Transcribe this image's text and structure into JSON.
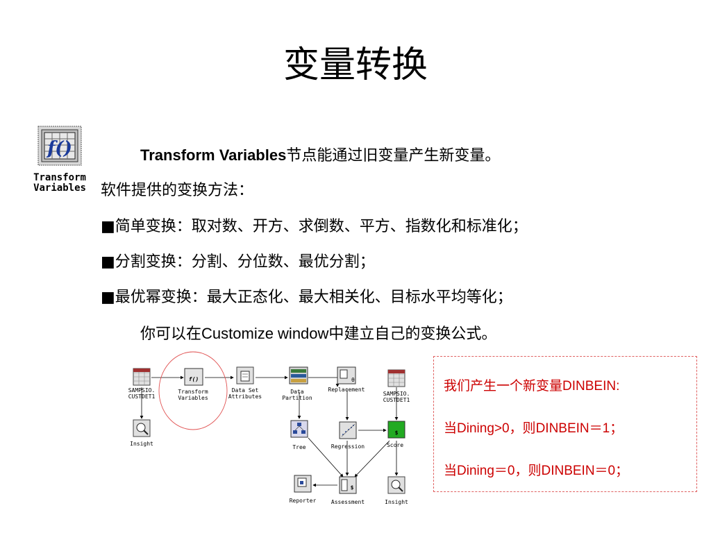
{
  "title": "变量转换",
  "node": {
    "label_line1": "Transform",
    "label_line2": "Variables"
  },
  "intro": {
    "bold": "Transform Variables",
    "rest": "节点能通过旧变量产生新变量。"
  },
  "methods_heading": "软件提供的变换方法：",
  "bullets": [
    "■简单变换：取对数、开方、求倒数、平方、指数化和标准化；",
    "■分割变换：分割、分位数、最优分割；",
    "■最优幂变换：最大正态化、最大相关化、目标水平均等化；"
  ],
  "custom": {
    "pre": "你可以在",
    "mid": "Customize window",
    "post": "中建立自己的变换公式。"
  },
  "flow": {
    "sampsio1": [
      "SAMPSIO.",
      "CUSTDET1"
    ],
    "transform": [
      "Transform",
      "Variables"
    ],
    "dataset": [
      "Data Set",
      "Attributes"
    ],
    "partition": [
      "Data",
      "Partition"
    ],
    "replacement": "Replacement",
    "sampsio2": [
      "SAMPSIO.",
      "CUSTDET1"
    ],
    "insight1": "Insight",
    "tree": "Tree",
    "regression": "Regression",
    "score": "Score",
    "reporter": "Reporter",
    "assessment": "Assessment",
    "insight2": "Insight"
  },
  "note": {
    "line1_pre": "我们产生一个新变量",
    "line1_latin": "DINBEIN:",
    "line2_pre": "当",
    "line2_a": "Dining>0",
    "line2_mid": "，则",
    "line2_b": "DINBEIN＝1",
    "line2_end": "；",
    "line3_pre": "当",
    "line3_a": "Dining＝0",
    "line3_mid": "，则",
    "line3_b": "DINBEIN＝0",
    "line3_end": "；"
  },
  "colors": {
    "note_text": "#cc0000",
    "note_border": "#e06060",
    "ellipse": "#e05050",
    "score_icon": "#22aa22"
  }
}
